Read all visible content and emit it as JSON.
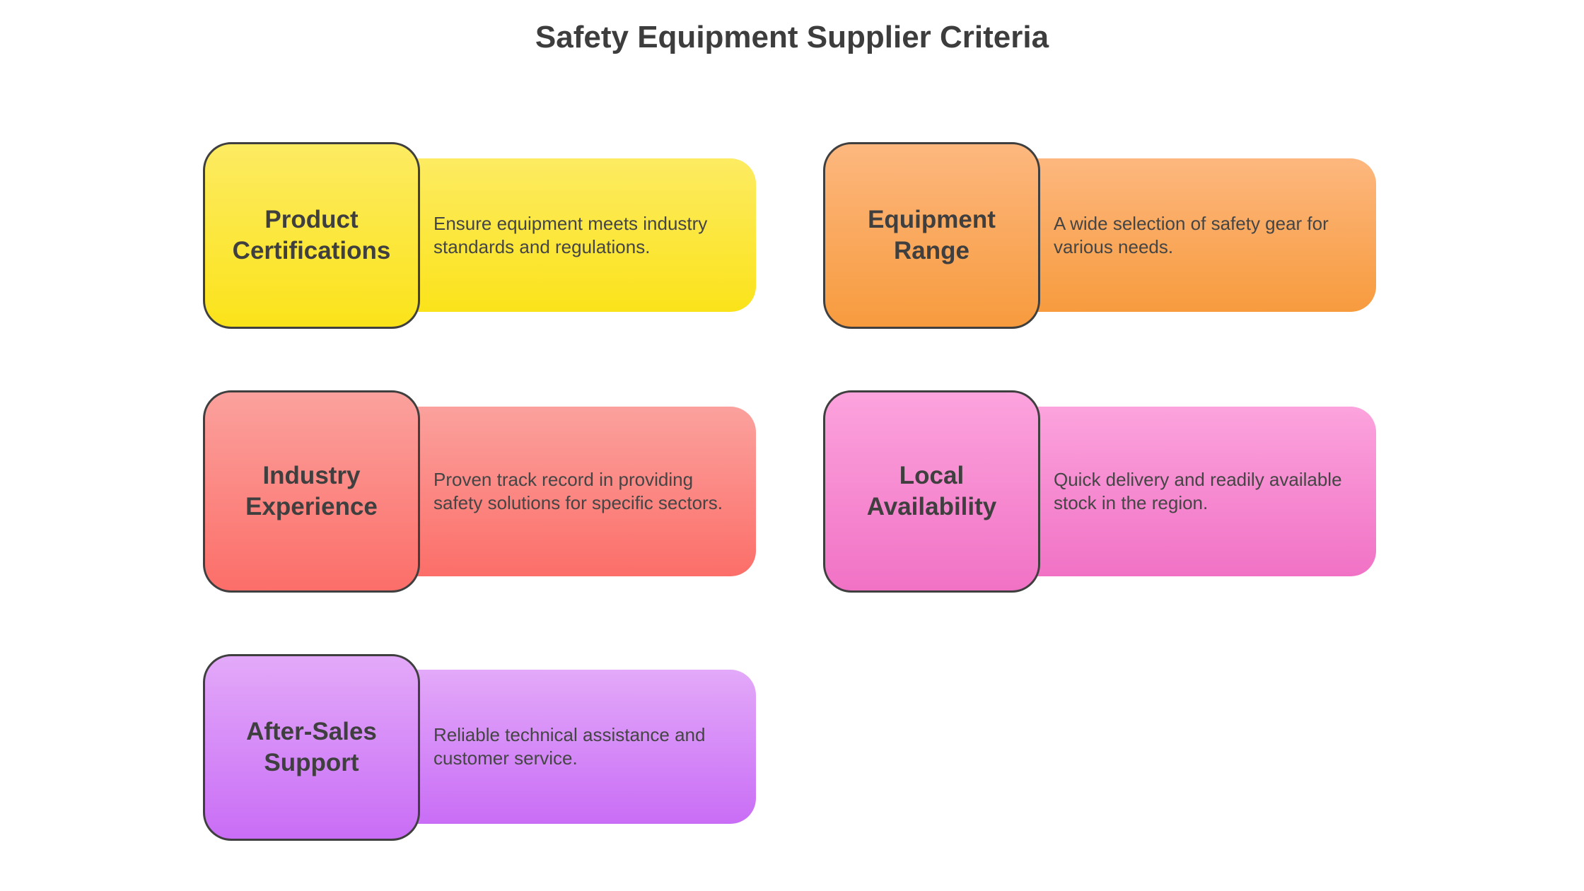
{
  "title": "Safety Equipment Supplier Criteria",
  "items": [
    {
      "label": "Product Certifications",
      "description": "Ensure equipment meets industry standards and regulations.",
      "color_top": "#fdeb62",
      "color_bottom": "#fbe31a"
    },
    {
      "label": "Equipment Range",
      "description": "A wide selection of safety gear for various needs.",
      "color_top": "#fdb77e",
      "color_bottom": "#f79b3e"
    },
    {
      "label": "Industry Experience",
      "description": "Proven track record in providing safety solutions for specific sectors.",
      "color_top": "#fba19d",
      "color_bottom": "#fc6e69"
    },
    {
      "label": "Local Availability",
      "description": "Quick delivery and readily available stock in the region.",
      "color_top": "#fca3dd",
      "color_bottom": "#f172c5"
    },
    {
      "label": "After-Sales Support",
      "description": "Reliable technical assistance and customer service.",
      "color_top": "#e3a9f9",
      "color_bottom": "#c96df6"
    }
  ]
}
